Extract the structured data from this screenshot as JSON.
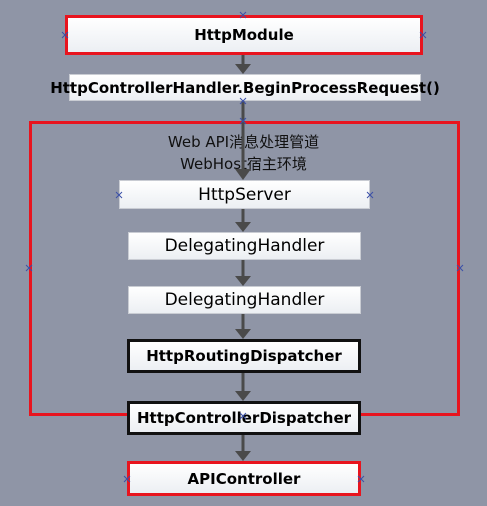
{
  "nodes": {
    "http_module": "HttpModule",
    "begin_process": "HttpControllerHandler.BeginProcessRequest()",
    "container_title_1": "Web API消息处理管道",
    "container_title_2": "WebHost宿主环境",
    "http_server": "HttpServer",
    "delegating_handler_1": "DelegatingHandler",
    "delegating_handler_2": "DelegatingHandler",
    "http_routing_dispatcher": "HttpRoutingDispatcher",
    "http_controller_dispatcher": "HttpControllerDispatcher",
    "api_controller": "APIController"
  },
  "colors": {
    "background": "#8f95a6",
    "highlight_border": "#e8141e",
    "dark_border": "#111111",
    "arrow": "#4a4a4a"
  }
}
